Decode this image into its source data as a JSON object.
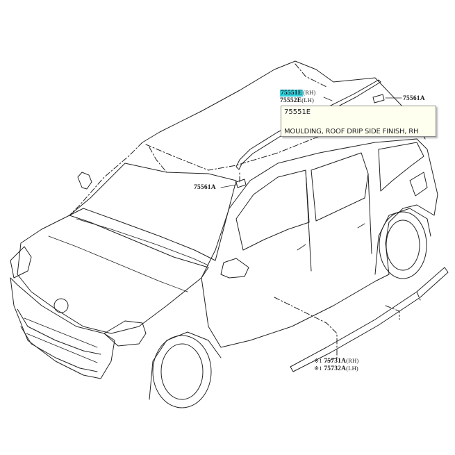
{
  "diagram": {
    "callouts": [
      {
        "id": "c1",
        "code": "75551E",
        "suffix": "(RH)",
        "highlighted": true
      },
      {
        "id": "c2",
        "code": "75552E",
        "suffix": "(LH)",
        "highlighted": false
      },
      {
        "id": "c3",
        "code": "75561A",
        "suffix": "",
        "highlighted": false
      },
      {
        "id": "c4",
        "code": "75561A",
        "suffix": "",
        "highlighted": false
      },
      {
        "id": "c5",
        "code": "75731A",
        "suffix": "(RH)",
        "prefix": "※1",
        "highlighted": false
      },
      {
        "id": "c6",
        "code": "75732A",
        "suffix": "(LH)",
        "prefix": "※1",
        "highlighted": false
      }
    ],
    "tooltip": {
      "code": "75551E",
      "name": "MOULDING, ROOF DRIP SIDE FINISH, RH"
    },
    "colors": {
      "highlight": "#31d3e0",
      "tooltip_bg": "#fffff0",
      "line": "#222222"
    }
  }
}
